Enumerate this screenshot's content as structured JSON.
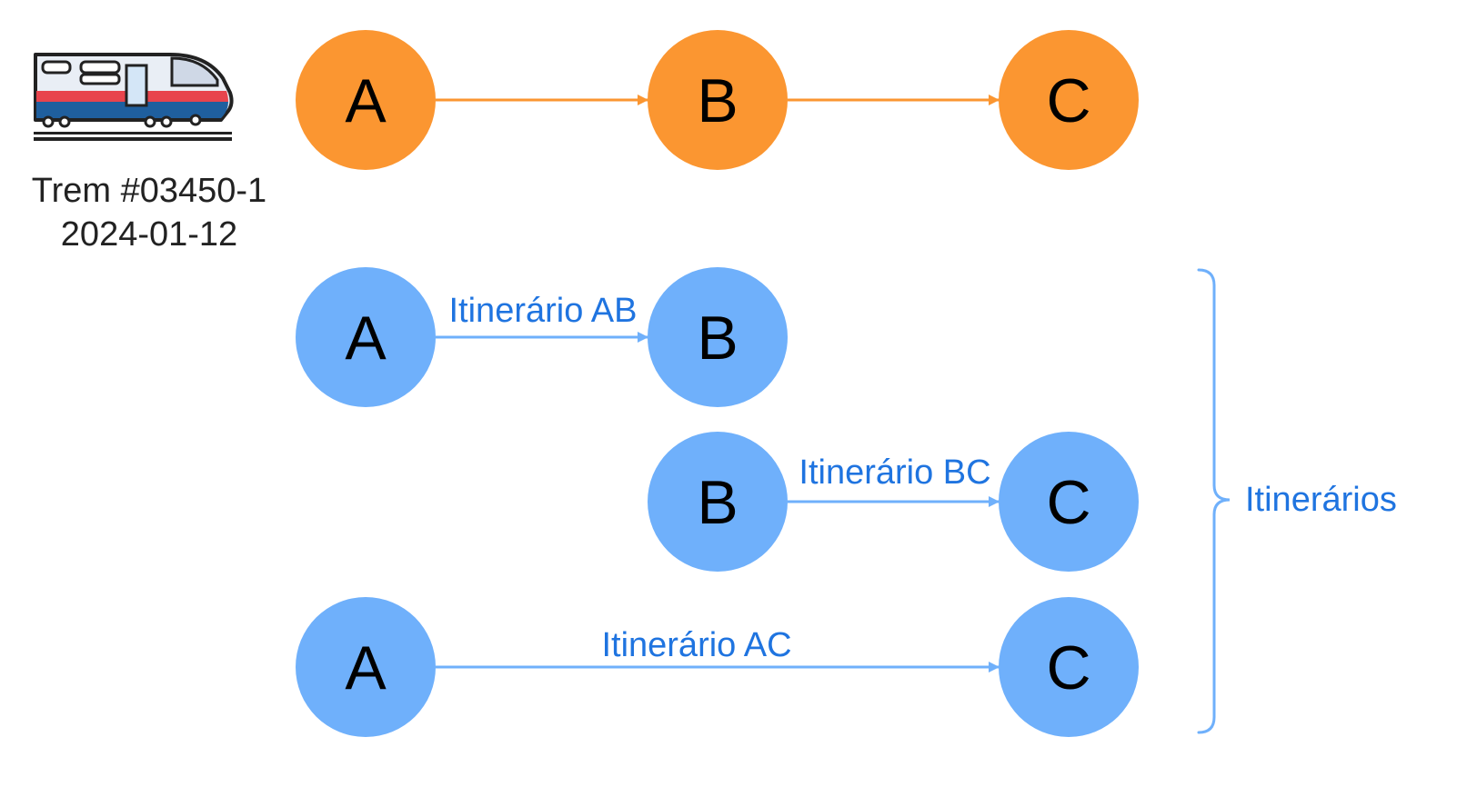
{
  "colors": {
    "schedule_node": "#fb9631",
    "schedule_edge": "#fb9631",
    "itinerary_node": "#6fb0fb",
    "itinerary_edge": "#6fb0fb",
    "itinerary_text": "#1f74e0",
    "node_text": "#000000",
    "caption_text": "#222222"
  },
  "train": {
    "icon": "train-icon",
    "id_label": "Trem #03450-1",
    "date_label": "2024-01-12"
  },
  "schedule": {
    "stations": [
      "A",
      "B",
      "C"
    ]
  },
  "itineraries": [
    {
      "from": "A",
      "to": "B",
      "label": "Itinerário AB"
    },
    {
      "from": "B",
      "to": "C",
      "label": "Itinerário BC"
    },
    {
      "from": "A",
      "to": "C",
      "label": "Itinerário AC"
    }
  ],
  "group": {
    "label": "Itinerários"
  }
}
